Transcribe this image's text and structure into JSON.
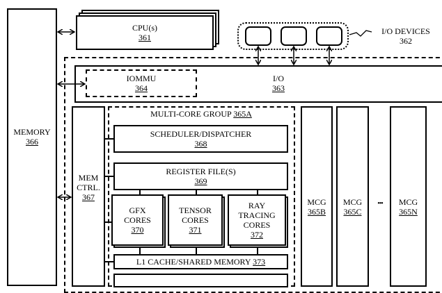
{
  "memory": {
    "label": "MEMORY",
    "num": "366"
  },
  "cpu": {
    "label": "CPU(s)",
    "num": "361"
  },
  "io_devices": {
    "label": "I/O DEVICES",
    "num": "362"
  },
  "iommu": {
    "label": "IOMMU",
    "num": "364"
  },
  "io": {
    "label": "I/O",
    "num": "363"
  },
  "mem_ctrl": {
    "label_1": "MEM",
    "label_2": "CTRL.",
    "num": "367"
  },
  "mcg_a": {
    "label": "MULTI-CORE GROUP",
    "num": "365A"
  },
  "scheduler": {
    "label": "SCHEDULER/DISPATCHER",
    "num": "368"
  },
  "register": {
    "label": "REGISTER FILE(S)",
    "num": "369"
  },
  "gfx": {
    "label_1": "GFX",
    "label_2": "CORES",
    "num": "370"
  },
  "tensor": {
    "label_1": "TENSOR",
    "label_2": "CORES",
    "num": "371"
  },
  "ray": {
    "label_1": "RAY",
    "label_2": "TRACING",
    "label_3": "CORES",
    "num": "372"
  },
  "l1": {
    "label": "L1 CACHE/SHARED MEMORY",
    "num": "373"
  },
  "mcg_b": {
    "label": "MCG",
    "num": "365B"
  },
  "mcg_c": {
    "label": "MCG",
    "num": "365C"
  },
  "ellipsis": "•••",
  "mcg_n": {
    "label": "MCG",
    "num": "365N"
  }
}
